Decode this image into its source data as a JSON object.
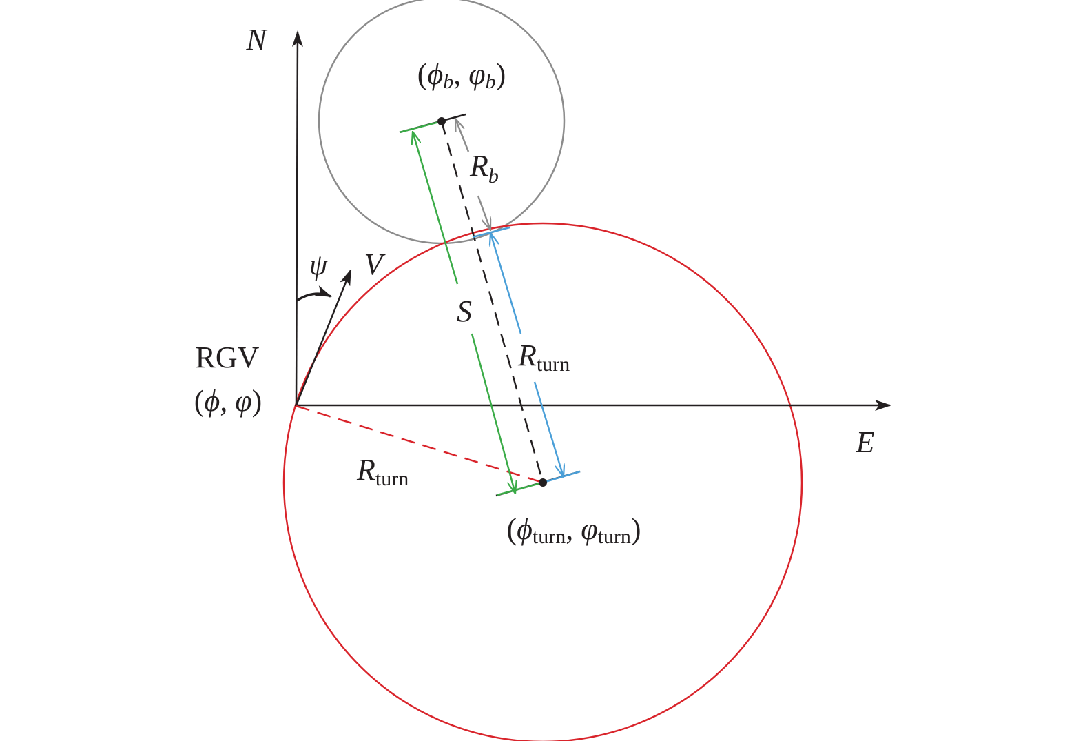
{
  "colors": {
    "axis": "#231f20",
    "turn_circle": "#d9242b",
    "body_circle": "#8c8c8c",
    "distance_S": "#3aab47",
    "radius_turn": "#4a9fd8",
    "radius_body": "#8c8c8c",
    "center_line": "#231f20"
  },
  "labels": {
    "north": "N",
    "east": "E",
    "psi": "ψ",
    "velocity": "V",
    "vehicle_name": "RGV",
    "vehicle_coord": {
      "open": "(",
      "phi": "ϕ",
      "sep": ", ",
      "varphi": "φ",
      "close": ")"
    },
    "body_center": {
      "open": "(",
      "phi": "ϕ",
      "phi_sub": "b",
      "sep": ", ",
      "varphi": "φ",
      "varphi_sub": "b",
      "close": ")"
    },
    "body_radius": {
      "main": "R",
      "sub": "b"
    },
    "distance": "S",
    "turn_radius_blue": {
      "main": "R",
      "sub": "turn"
    },
    "turn_radius_red": {
      "main": "R",
      "sub": "turn"
    },
    "turn_center": {
      "open": "(",
      "phi": "ϕ",
      "phi_sub": "turn",
      "sep": ", ",
      "varphi": "φ",
      "varphi_sub": "turn",
      "close": ")"
    }
  }
}
